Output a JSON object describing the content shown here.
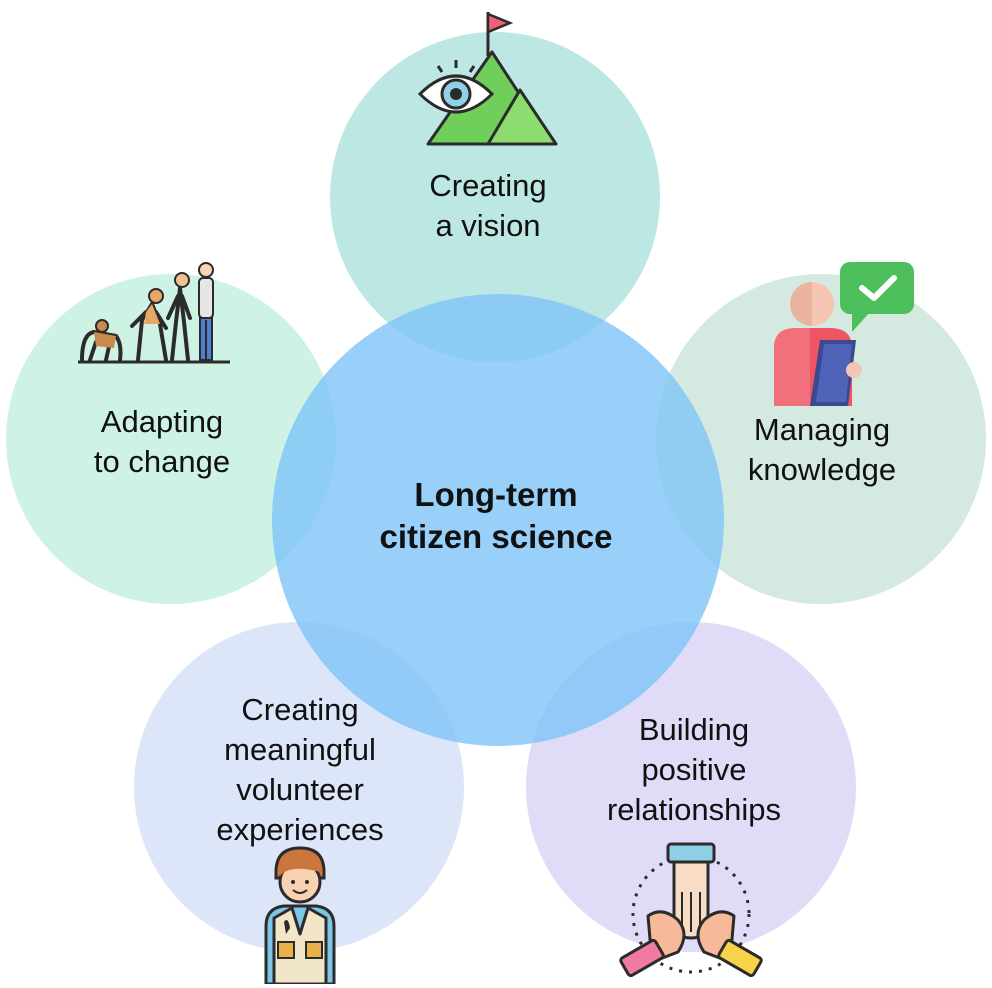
{
  "center": {
    "lines": [
      "Long-term",
      "citizen science"
    ],
    "color": "#7fc4f8"
  },
  "petals": {
    "vision": {
      "lines": [
        "Creating",
        "a vision"
      ],
      "color": "#b5e4e0",
      "icon": "eye-mountain-flag-icon"
    },
    "knowledge": {
      "lines": [
        "Managing",
        "knowledge"
      ],
      "color": "#cfe8dd",
      "icon": "person-tablet-checkmark-icon"
    },
    "relationships": {
      "lines": [
        "Building",
        "positive",
        "relationships"
      ],
      "color": "#ddd8f6",
      "icon": "stacked-hands-icon"
    },
    "volunteer": {
      "lines": [
        "Creating",
        "meaningful",
        "volunteer",
        "experiences"
      ],
      "color": "#d8e3f7",
      "icon": "volunteer-person-icon"
    },
    "adapting": {
      "lines": [
        "Adapting",
        "to change"
      ],
      "color": "#c9f2e1",
      "icon": "human-evolution-icon"
    }
  }
}
